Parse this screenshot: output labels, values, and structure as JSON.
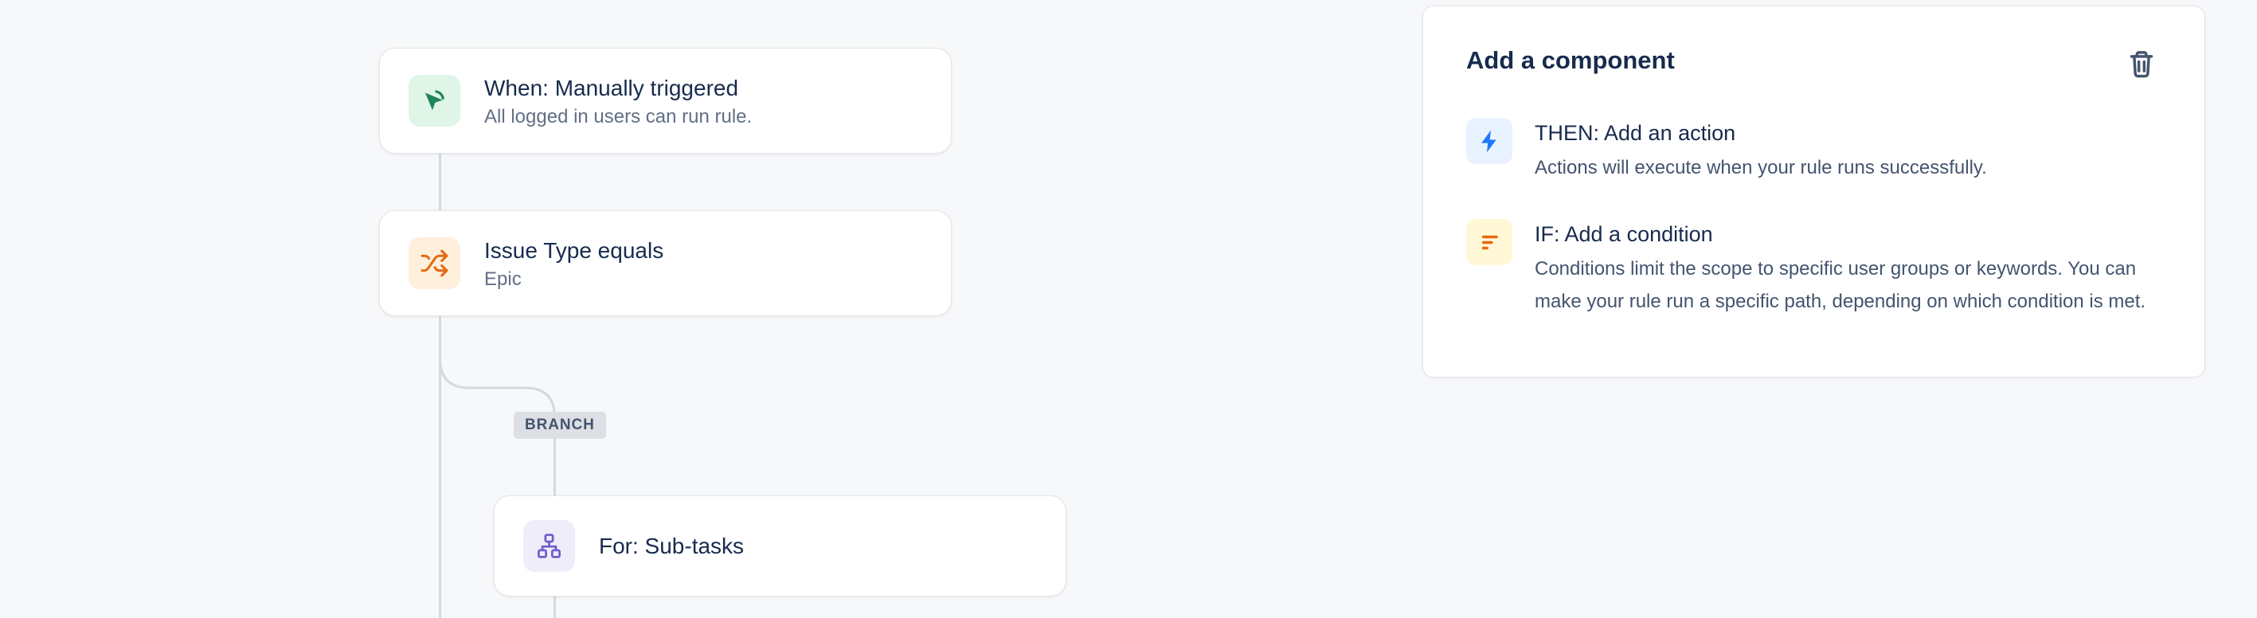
{
  "canvas": {
    "background_color": "#F7F8F9",
    "connector_color": "#D5D9DF",
    "branch_label": "BRANCH",
    "nodes": [
      {
        "id": "trigger",
        "title": "When: Manually triggered",
        "subtitle": "All logged in users can run rule.",
        "icon": "cursor-click-icon",
        "icon_bg": "#DEF5E8",
        "icon_color": "#1F845A"
      },
      {
        "id": "condition",
        "title": "Issue Type equals",
        "subtitle": "Epic",
        "icon": "shuffle-icon",
        "icon_bg": "#FFF0DD",
        "icon_color": "#E56910"
      },
      {
        "id": "branch-for-each",
        "title": "For: Sub-tasks",
        "icon": "subtasks-icon",
        "icon_bg": "#F0EDFB",
        "icon_color": "#7160C9"
      }
    ]
  },
  "panel": {
    "title": "Add a component",
    "delete_icon": "trash-icon",
    "items": [
      {
        "id": "then",
        "title": "THEN: Add an action",
        "description": "Actions will execute when your rule runs successfully.",
        "icon": "lightning-icon",
        "icon_bg": "#E9F2FF",
        "icon_color": "#1D7AFC"
      },
      {
        "id": "if",
        "title": "IF: Add a condition",
        "description": "Conditions limit the scope to specific user groups or keywords. You can make your rule run a specific path, depending on which condition is met.",
        "icon": "filter-icon",
        "icon_bg": "#FFF7D6",
        "icon_color": "#E56910"
      }
    ]
  }
}
